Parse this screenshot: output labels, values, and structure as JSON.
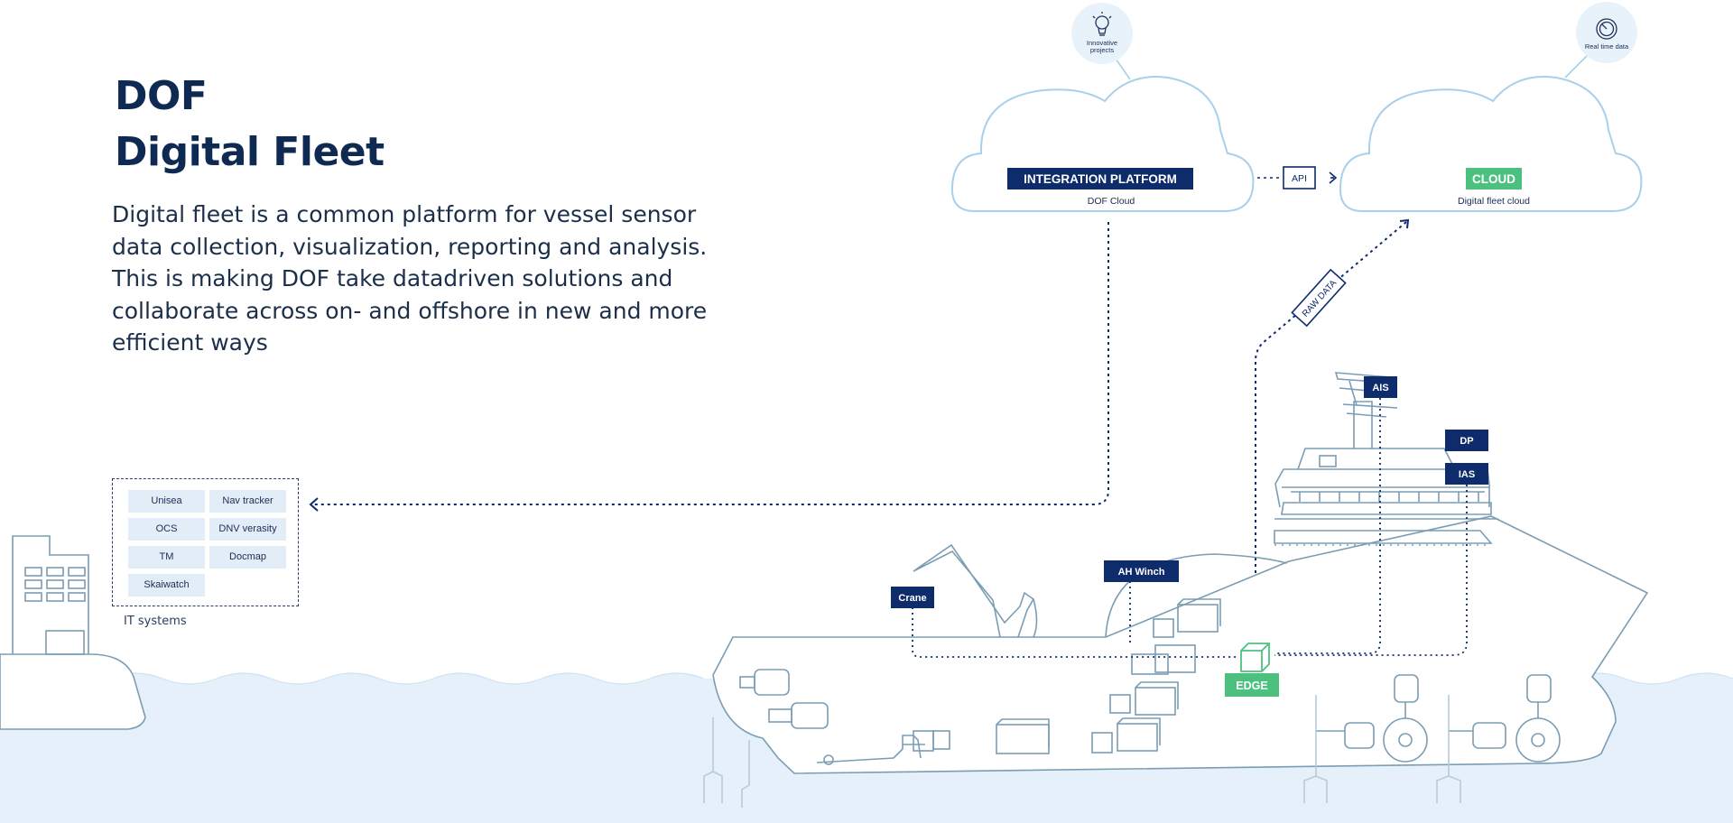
{
  "heading": {
    "line1": "DOF",
    "line2": "Digital Fleet"
  },
  "description": "Digital fleet is a common platform for vessel sensor data collection, visualization, reporting and analysis. This is making DOF take datadriven solutions and collaborate across on- and offshore in new and more efficient ways",
  "it_systems": {
    "items": [
      "Unisea",
      "Nav tracker",
      "OCS",
      "DNV verasity",
      "TM",
      "Docmap",
      "Skaiwatch"
    ],
    "label": "IT systems"
  },
  "clouds": {
    "integration": {
      "title": "INTEGRATION PLATFORM",
      "subtitle": "DOF Cloud",
      "bubble_label": "Innovative projects",
      "bubble_icon": "lightbulb-icon"
    },
    "digital": {
      "title": "CLOUD",
      "subtitle": "Digital fleet cloud",
      "bubble_label": "Real time data",
      "bubble_icon": "gauge-icon"
    }
  },
  "connectors": {
    "api": "API",
    "raw_data": "RAW DATA"
  },
  "vessel_tags": {
    "ais": "AIS",
    "dp": "DP",
    "ias": "IAS",
    "ah_winch": "AH Winch",
    "crane": "Crane",
    "edge": "EDGE"
  },
  "colors": {
    "navy": "#0e2b6c",
    "green": "#4cc17f",
    "cloud_line": "#a9d0ea",
    "sea": "#e5f0fa",
    "ship_line": "#7a9db3"
  }
}
